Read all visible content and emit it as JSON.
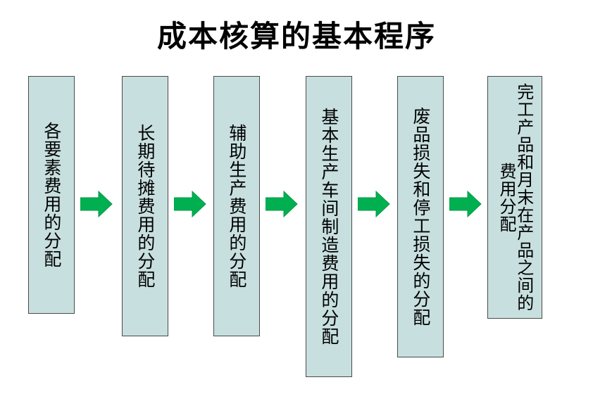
{
  "slide": {
    "title": "成本核算的基本程序",
    "background": "#ffffff",
    "box_fill": "#c8dfdf",
    "box_border": "#4a4a4a",
    "arrow_fill": "#00b050",
    "text_color": "#000000"
  },
  "flow": {
    "steps": [
      {
        "label": "各要素费用的分配"
      },
      {
        "label": "长期待摊费用的分配"
      },
      {
        "label": "辅助生产费用的分配"
      },
      {
        "label": "基本生产车间制造费用的分配"
      },
      {
        "label": "废品损失和停工损失的分配"
      },
      {
        "label": "完工产品和月末在产品之间的费用分配"
      }
    ],
    "arrows": [
      {
        "name": "arrow-1"
      },
      {
        "name": "arrow-2"
      },
      {
        "name": "arrow-3"
      },
      {
        "name": "arrow-4"
      },
      {
        "name": "arrow-5"
      }
    ]
  }
}
